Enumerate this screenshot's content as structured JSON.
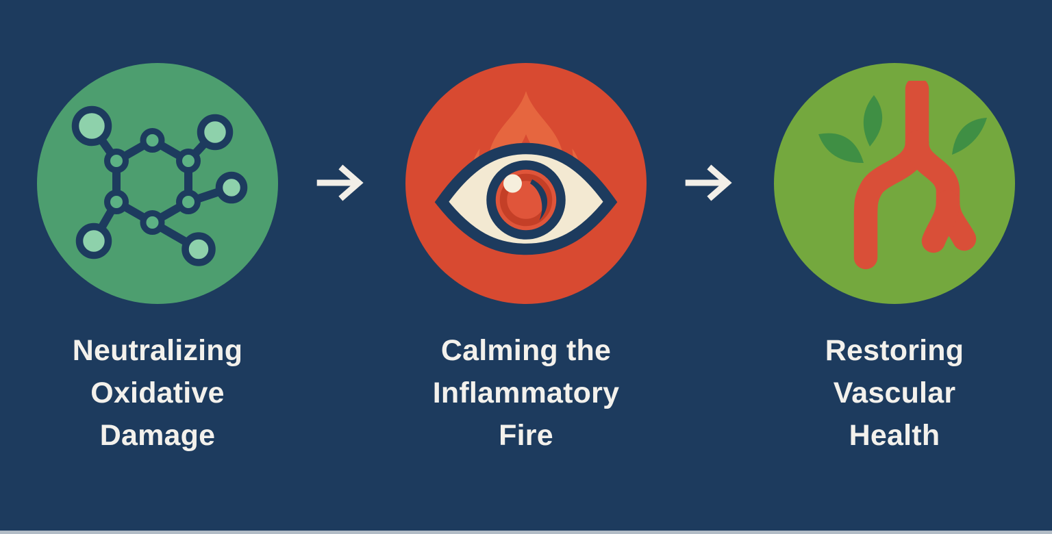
{
  "diagram": {
    "background_color": "#1d3b5e",
    "text_color": "#f3f1ec",
    "steps": [
      {
        "title": "Neutralizing\nOxidative\nDamage",
        "icon": "molecule-icon",
        "circle_color": "#4d9e6f",
        "icon_colors": {
          "bond": "#1d3b5e",
          "node_fill": "#5cb184",
          "atom_fill": "#8ed1ab"
        }
      },
      {
        "title": "Calming the\nInflammatory\nFire",
        "icon": "flaming-eye-icon",
        "circle_color": "#d84a31",
        "icon_colors": {
          "flame": "#e6663f",
          "sclera": "#f3e9d2",
          "iris": "#e0553a",
          "outline": "#1d3b5e",
          "highlight": "#f6efdd"
        }
      },
      {
        "title": "Restoring\nVascular\nHealth",
        "icon": "vascular-branch-leaves-icon",
        "circle_color": "#74a83e",
        "icon_colors": {
          "vessel": "#d94f38",
          "leaf": "#3f8f44"
        }
      }
    ],
    "arrow": {
      "glyph": "→",
      "color": "#f2efe8"
    }
  }
}
